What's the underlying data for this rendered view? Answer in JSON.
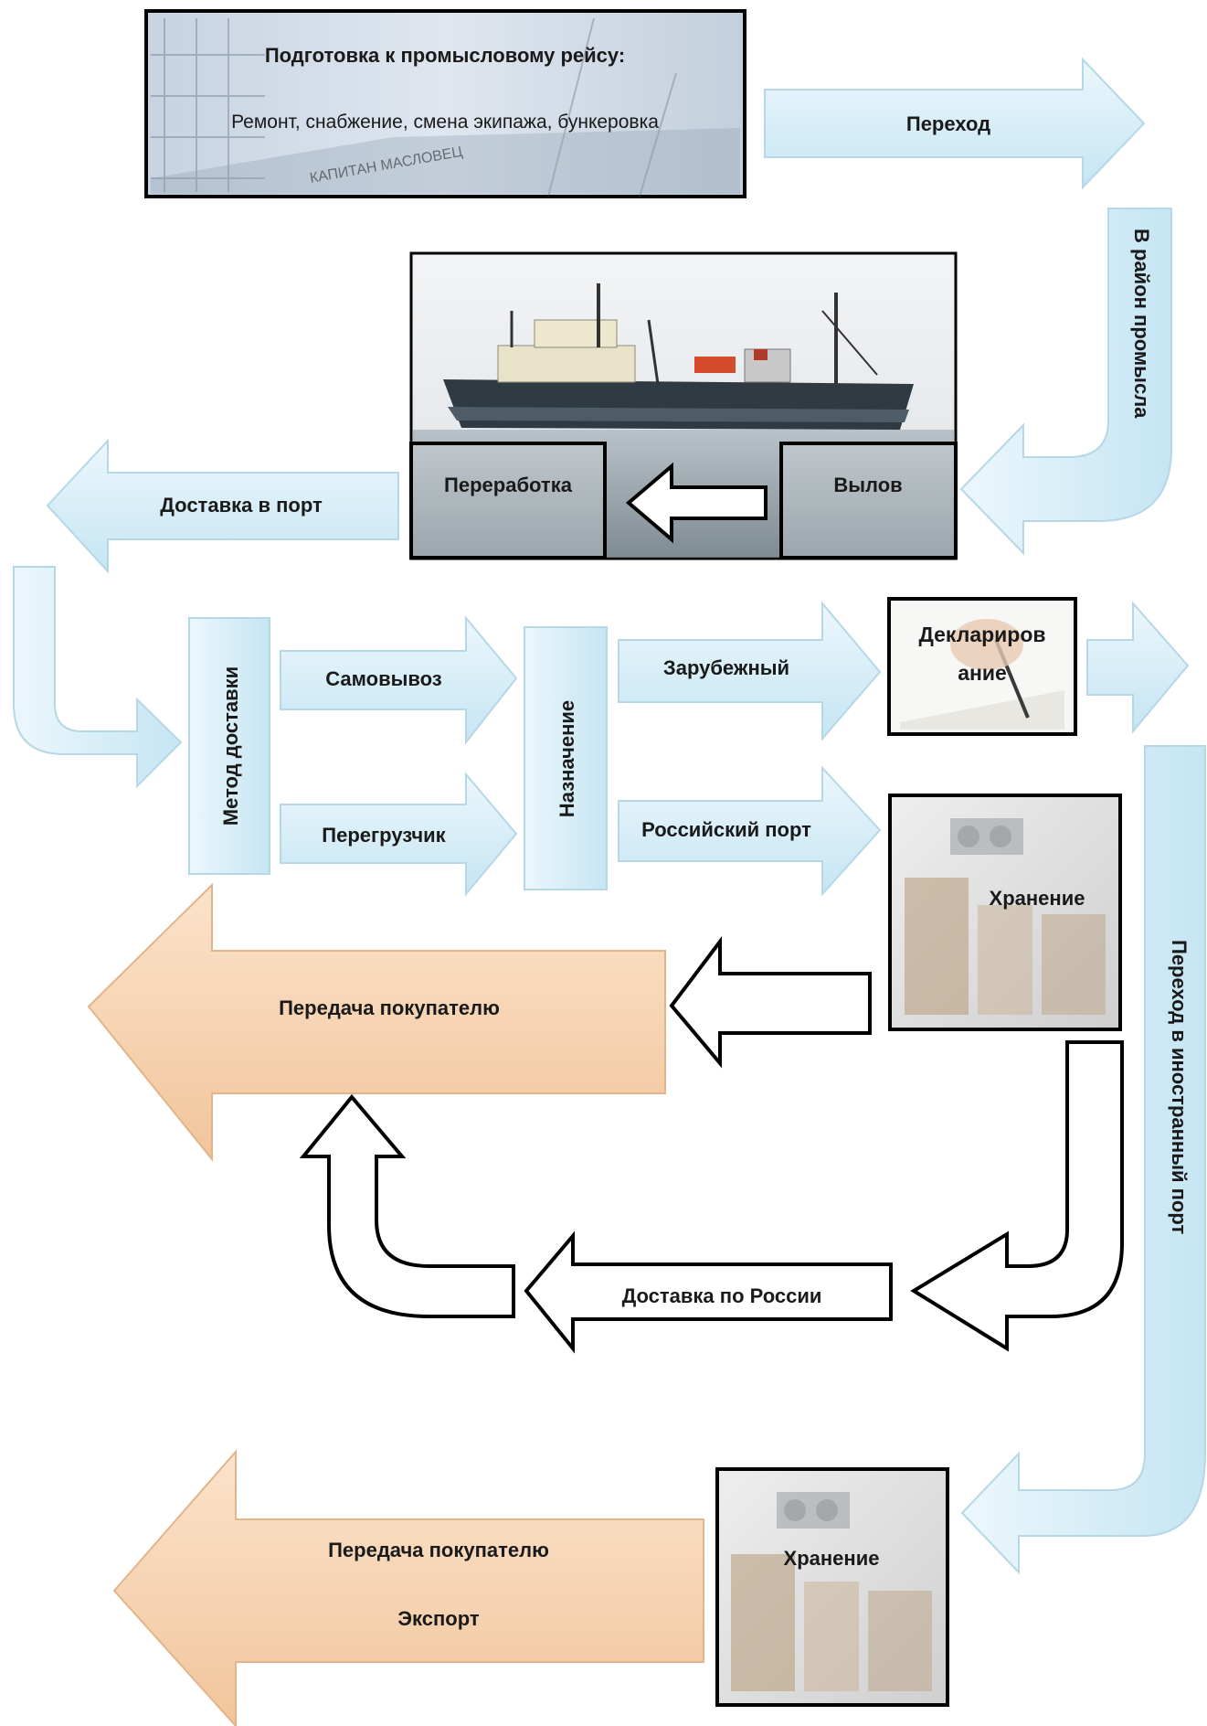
{
  "prep": {
    "title": "Подготовка к промысловому рейсу:",
    "subtitle": "Ремонт, снабжение, смена экипажа, бункеровка",
    "ship_name": "КАПИТАН МАСЛОВЕЦ"
  },
  "arrows": {
    "transit": "Переход",
    "to_fishing_area": "В район промысла",
    "delivery_to_port": "Доставка в порт",
    "self_pickup": "Самовывоз",
    "transshipper": "Перегрузчик",
    "foreign": "Зарубежный",
    "russian_port": "Российский порт",
    "transfer_to_buyer": "Передача покупателю",
    "delivery_in_russia": "Доставка по России",
    "to_foreign_port": "Переход в иностранный порт",
    "transfer_to_buyer_2": "Передача покупателю",
    "export": "Экспорт"
  },
  "boxes": {
    "processing": "Переработка",
    "catch": "Вылов",
    "delivery_method": "Метод доставки",
    "destination": "Назначение",
    "declaration_line1": "Деклариров",
    "declaration_line2": "ание",
    "storage": "Хранение",
    "storage_2": "Хранение"
  },
  "colors": {
    "blue_fill": "#d4ecf7",
    "orange_fill": "#f5d2b0",
    "outline": "#000000"
  }
}
